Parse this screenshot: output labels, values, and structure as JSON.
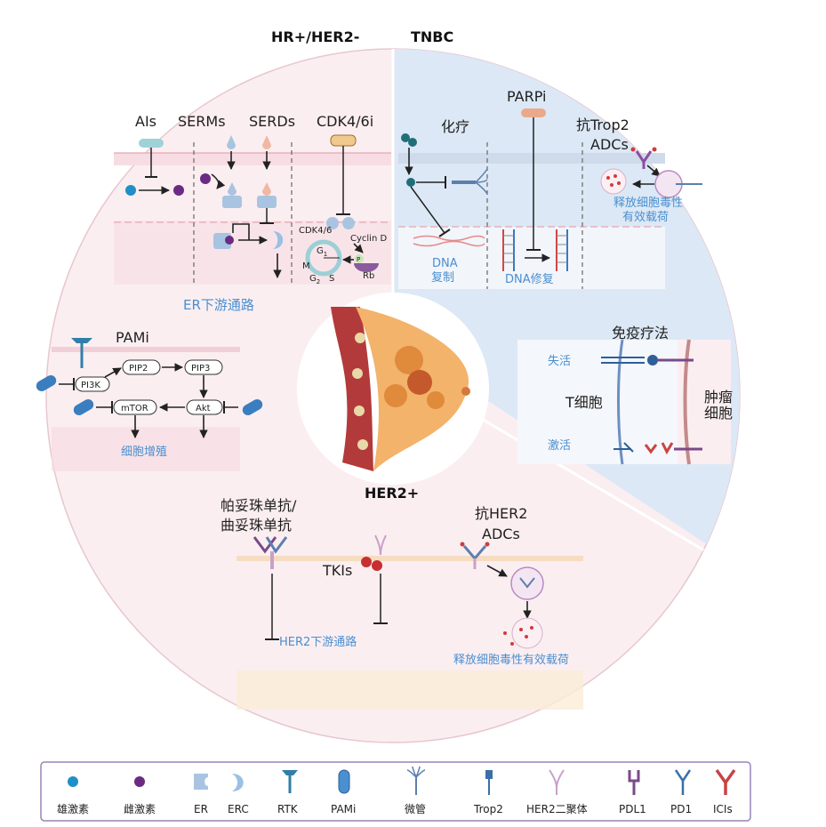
{
  "sections": {
    "hr_her2neg": "HR+/HER2-",
    "tnbc": "TNBC",
    "her2pos": "HER2+"
  },
  "hr_drugs": {
    "ais": "AIs",
    "serms": "SERMs",
    "serds": "SERDs",
    "cdk46i": "CDK4/6i"
  },
  "cell_cycle": {
    "cdk46": "CDK4/6",
    "cyclin_d": "Cyclin D",
    "rb": "Rb",
    "g1": "G",
    "g1_sub": "1",
    "g2": "G",
    "g2_sub": "2",
    "m": "M",
    "s": "S",
    "p": "P"
  },
  "er_pathway": "ER下游通路",
  "pami": {
    "title": "PAMi",
    "pi3k": "PI3K",
    "pip2": "PIP2",
    "pip3": "PIP3",
    "mtor": "mTOR",
    "akt": "Akt",
    "proliferation": "细胞增殖"
  },
  "tnbc_items": {
    "chemo": "化疗",
    "parpi": "PARPi",
    "trop2_line1": "抗Trop2",
    "trop2_line2": "ADCs",
    "release_line1": "释放细胞毒性",
    "release_line2": "有效载荷",
    "dna_line1": "DNA",
    "dna_line2": "复制",
    "dna_repair": "DNA修复"
  },
  "immuno": {
    "title": "免疫疗法",
    "inactive": "失活",
    "tcell": "T细胞",
    "active": "激活",
    "tumor_line1": "肿瘤",
    "tumor_line2": "细胞"
  },
  "her2_items": {
    "mab_line1": "帕妥珠单抗/",
    "mab_line2": "曲妥珠单抗",
    "tkis": "TKIs",
    "adc_line1": "抗HER2",
    "adc_line2": "ADCs",
    "downstream": "HER2下游通路",
    "release": "释放细胞毒性有效载荷"
  },
  "legend": [
    {
      "label": "雄激素",
      "icon": "androgen-icon"
    },
    {
      "label": "雌激素",
      "icon": "estrogen-icon"
    },
    {
      "label": "ER",
      "icon": "er-icon"
    },
    {
      "label": "ERC",
      "icon": "erc-icon"
    },
    {
      "label": "RTK",
      "icon": "rtk-icon"
    },
    {
      "label": "PAMi",
      "icon": "pami-icon"
    },
    {
      "label": "微管",
      "icon": "microtubule-icon"
    },
    {
      "label": "Trop2",
      "icon": "trop2-icon"
    },
    {
      "label": "HER2二聚体",
      "icon": "her2-dimer-icon"
    },
    {
      "label": "PDL1",
      "icon": "pdl1-icon"
    },
    {
      "label": "PD1",
      "icon": "pd1-icon"
    },
    {
      "label": "ICIs",
      "icon": "icis-icon"
    }
  ],
  "colors": {
    "pink_bg": "#f9e6ea",
    "blue_bg": "#dfeaf6",
    "accent_blue": "#4a8fd0",
    "legend_border": "#9a84b8"
  }
}
